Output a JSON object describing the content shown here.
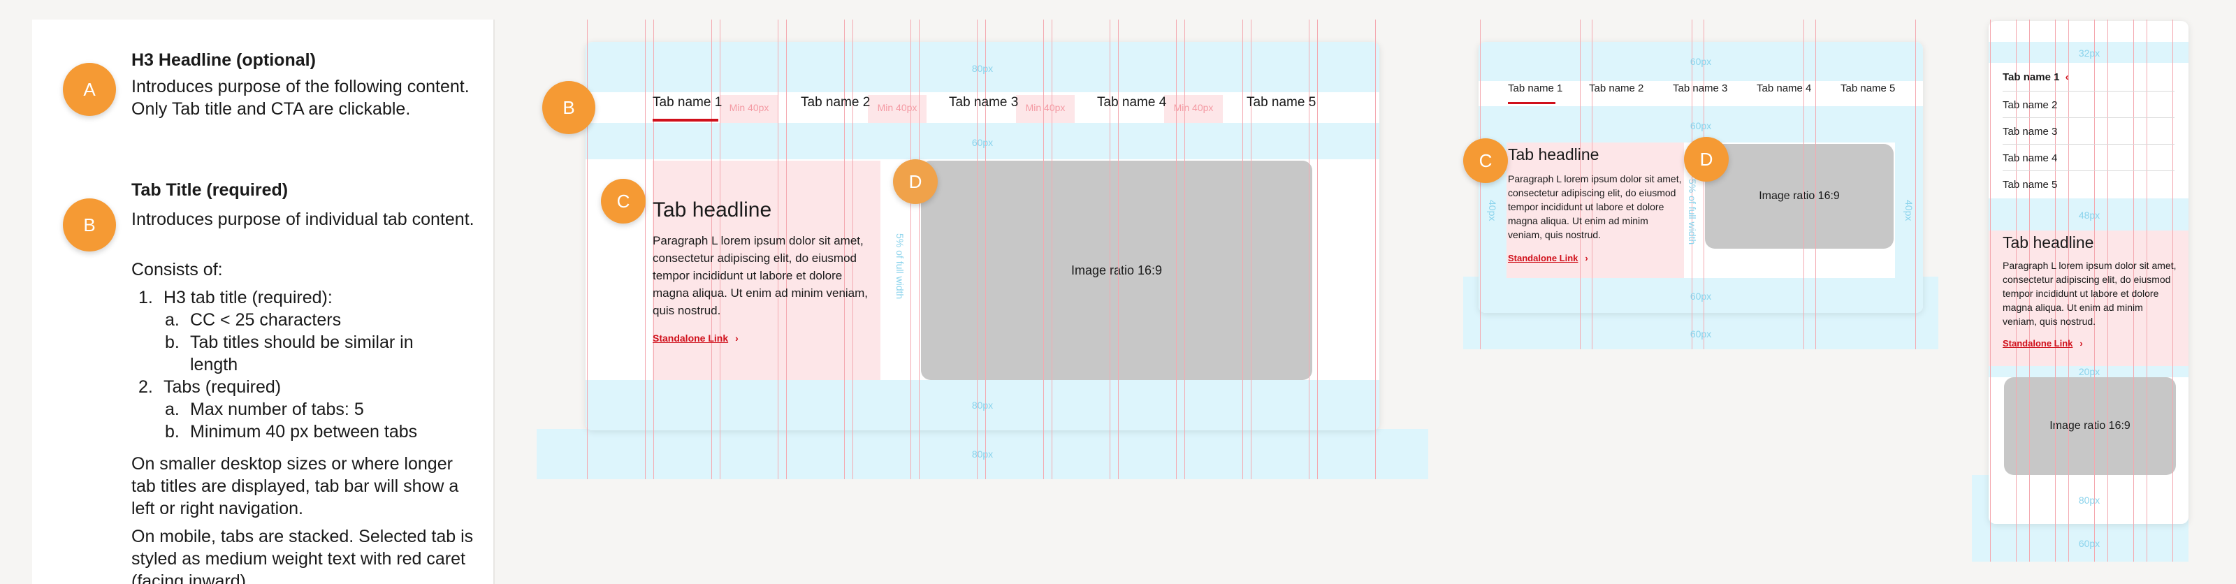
{
  "spec": {
    "a": {
      "badge": "A",
      "title": "H3 Headline (optional)",
      "desc": "Introduces purpose of the following content. Only Tab title and CTA are clickable."
    },
    "b": {
      "badge": "B",
      "title": "Tab Title (required)",
      "desc": "Introduces purpose of individual tab content.",
      "consists": "Consists of:",
      "items": [
        {
          "num": "1.",
          "text": "H3 tab title (required):"
        },
        {
          "num": "a.",
          "text": "CC < 25 characters"
        },
        {
          "num": "b.",
          "text": "Tab titles should be similar in"
        },
        {
          "num": "",
          "text": "length"
        },
        {
          "num": "2.",
          "text": "Tabs (required)"
        },
        {
          "num": "a.",
          "text": "Max number of tabs: 5"
        },
        {
          "num": "b.",
          "text": "Minimum 40 px between tabs"
        }
      ],
      "note1": "On smaller desktop sizes or where longer tab titles are displayed, tab bar will show a left or right navigation.",
      "note2": "On mobile, tabs are stacked. Selected tab is styled as medium weight text with red caret (facing inward)."
    }
  },
  "desktop": {
    "badges": {
      "b": "B",
      "c": "C",
      "d": "D"
    },
    "tabs": [
      "Tab name 1",
      "Tab name 2",
      "Tab name 3",
      "Tab name 4",
      "Tab name 5"
    ],
    "gap_label": "Min 40px",
    "spacing_80": "80px",
    "spacing_60": "60px",
    "vertical_label": "5% of full width",
    "headline": "Tab headline",
    "paragraph": "Paragraph L lorem ipsum dolor sit amet, consectetur adipiscing elit,  do eiusmod tempor incididunt ut labore et dolore magna aliqua. Ut enim ad minim veniam, quis nostrud.",
    "link": "Standalone Link",
    "image": "Image ratio 16:9"
  },
  "tablet": {
    "badges": {
      "c": "C",
      "d": "D"
    },
    "tabs": [
      "Tab name 1",
      "Tab name 2",
      "Tab name 3",
      "Tab name 4",
      "Tab name 5"
    ],
    "spacing_60": "60px",
    "spacing_40": "40px",
    "vertical_label": "5% of full width",
    "headline": "Tab headline",
    "paragraph": "Paragraph L lorem ipsum dolor sit amet, consectetur adipiscing elit,  do eiusmod tempor incididunt ut labore et dolore magna aliqua. Ut enim ad minim veniam, quis nostrud.",
    "link": "Standalone Link",
    "image": "Image ratio 16:9"
  },
  "mobile": {
    "tabs": [
      "Tab name 1",
      "Tab name 2",
      "Tab name 3",
      "Tab name 4",
      "Tab name 5"
    ],
    "selected_caret": "‹",
    "spacing_32": "32px",
    "spacing_48": "48px",
    "spacing_20": "20px",
    "spacing_80": "80px",
    "spacing_60": "60px",
    "headline": "Tab headline",
    "paragraph": "Paragraph L lorem ipsum dolor sit amet, consectetur adipiscing elit,  do eiusmod tempor incididunt ut labore et dolore magna aliqua. Ut enim ad minim veniam, quis nostrud.",
    "link": "Standalone Link",
    "image": "Image ratio 16:9"
  },
  "colors": {
    "accent_orange": "#f59a34",
    "brand_red": "#d0101b",
    "spacing_blue": "#ddf5fc",
    "grid_pink": "#f4a9b0",
    "image_grey": "#c7c7c7"
  }
}
